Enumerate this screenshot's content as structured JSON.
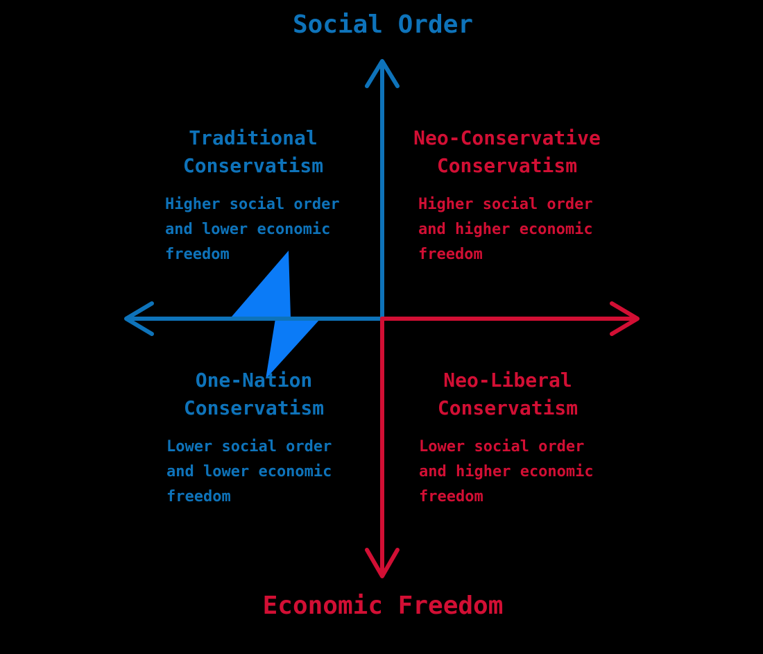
{
  "diagram": {
    "title_top": "Social Order",
    "title_bottom": "Economic Freedom",
    "colors": {
      "background": "#000000",
      "axis_blue": "#0e73ba",
      "axis_red": "#d20f34",
      "blue_text": "#0e73ba",
      "red_text": "#d20f34",
      "bolt_blue": "#0b7bf7"
    }
  },
  "quadrants": {
    "top_left": {
      "title_line1": "Traditional",
      "title_line2": "Conservatism",
      "desc_line1": "Higher social order",
      "desc_line2": "and lower economic",
      "desc_line3": "freedom"
    },
    "top_right": {
      "title_line1": "Neo-Conservative",
      "title_line2": "Conservatism",
      "desc_line1": "Higher social order",
      "desc_line2": "and higher economic",
      "desc_line3": "freedom"
    },
    "bottom_left": {
      "title_line1": "One-Nation",
      "title_line2": "Conservatism",
      "desc_line1": "Lower social order",
      "desc_line2": "and lower economic",
      "desc_line3": "freedom"
    },
    "bottom_right": {
      "title_line1": "Neo-Liberal",
      "title_line2": "Conservatism",
      "desc_line1": "Lower social order",
      "desc_line2": "and higher economic",
      "desc_line3": "freedom"
    }
  }
}
